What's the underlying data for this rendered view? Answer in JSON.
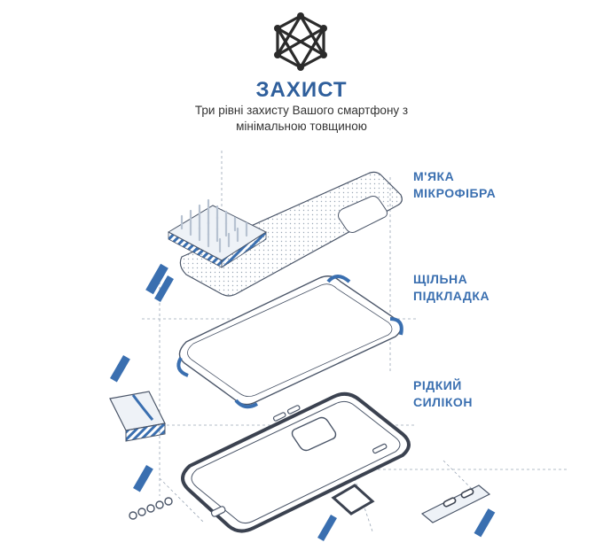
{
  "header": {
    "title": "ЗАХИСТ",
    "subtitle": "Три рівні захисту Вашого смартфону з мінімальною товщиною"
  },
  "layers": [
    {
      "line1": "М'ЯКА",
      "line2": "МІКРОФІБРА"
    },
    {
      "line1": "ЩІЛЬНА",
      "line2": "ПІДКЛАДКА"
    },
    {
      "line1": "РІДКИЙ",
      "line2": "СИЛІКОН"
    }
  ],
  "colors": {
    "accent": "#3a6fb0",
    "title": "#2f5f9c",
    "outline": "#4a5568"
  },
  "icons": [
    "network-logo-icon"
  ]
}
